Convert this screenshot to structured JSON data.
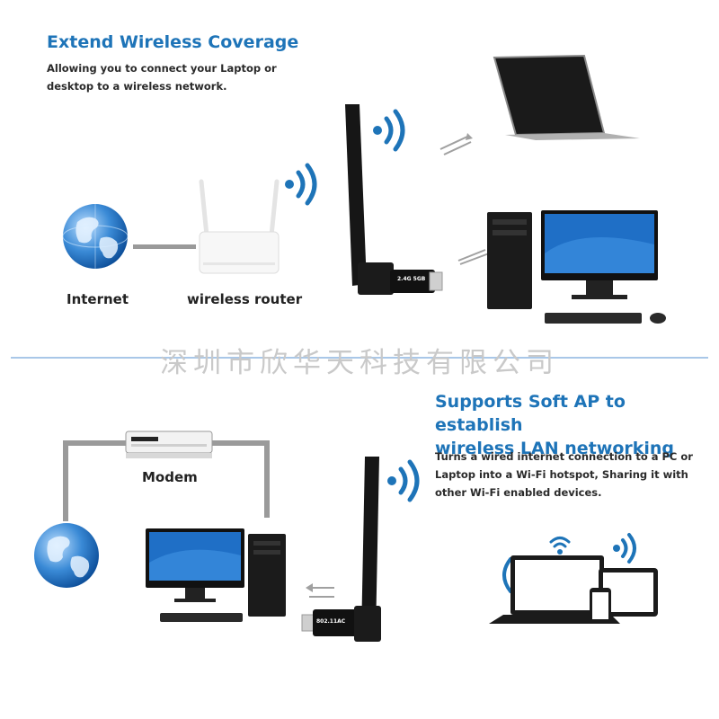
{
  "top": {
    "title": "Extend Wireless Coverage",
    "description_line1": "Allowing you to connect your Laptop or",
    "description_line2": "desktop to a wireless network.",
    "internet_label": "Internet",
    "router_label": "wireless router",
    "adapter_chip_text": "2.4G 5GB"
  },
  "watermark": "深圳市欣华天科技有限公司",
  "bottom": {
    "title_line1": "Supports Soft AP to establish",
    "title_line2": "wireless LAN networking",
    "description_line1": "Turns a wired internet connection to a PC or",
    "description_line2": "Laptop into a Wi-Fi hotspot, Sharing it with",
    "description_line3": "other Wi-Fi enabled devices.",
    "modem_label": "Modem",
    "adapter_chip_text": "802.11AC"
  },
  "colors": {
    "accent": "#1e74b8",
    "globe": "#3a8ad6",
    "device_dark": "#1b1b1b",
    "screen_blue": "#1f6fc6",
    "cable": "#9a9a9a"
  }
}
